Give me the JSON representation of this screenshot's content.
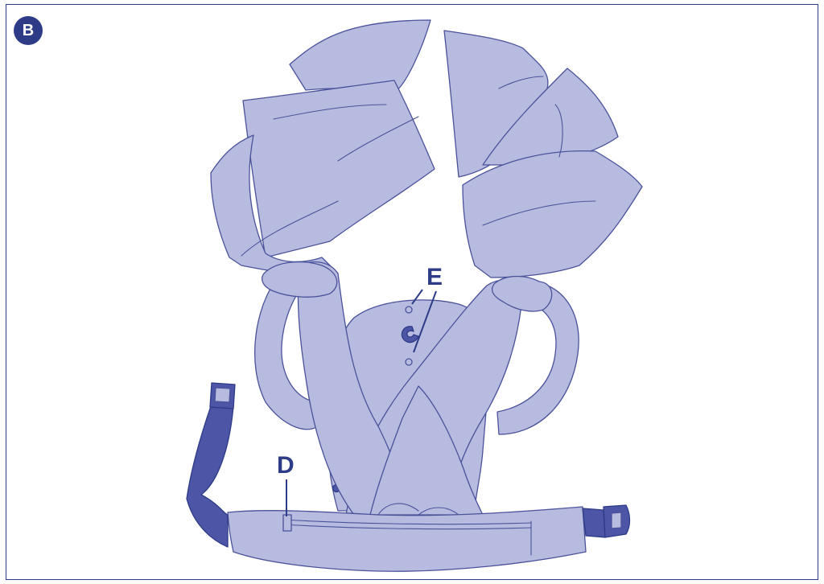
{
  "panel": {
    "badge": "B",
    "labels": {
      "e": "E",
      "d": "D"
    },
    "colors": {
      "outline": "#2e3b86",
      "fabric": "#b8bbe0",
      "strap": "#4d55a6"
    }
  }
}
